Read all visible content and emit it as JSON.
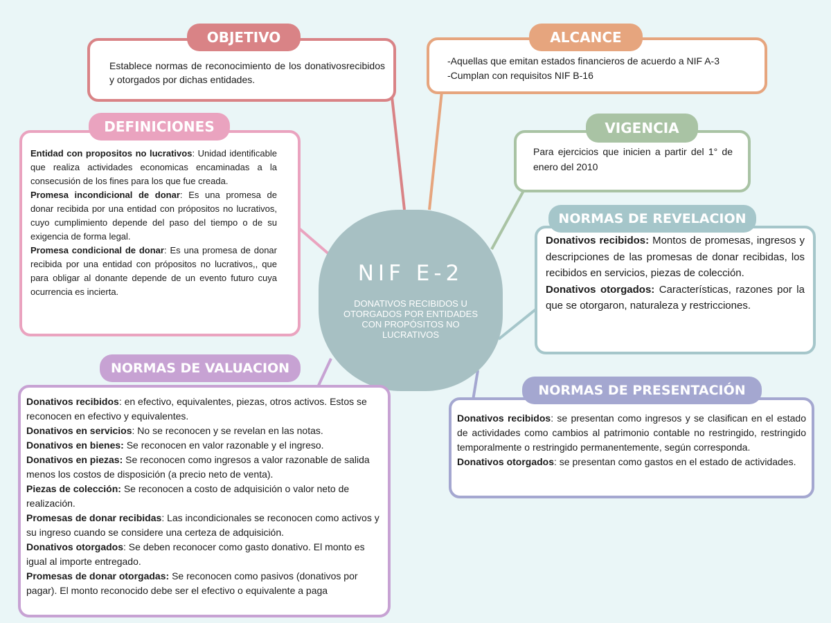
{
  "center": {
    "title": "NIF E-2",
    "subtitle": "DONATIVOS RECIBIDOS U OTORGADOS POR ENTIDADES CON PROPÓSITOS NO LUCRATIVOS"
  },
  "colors": {
    "objetivo": "#d98386",
    "alcance": "#e6a57e",
    "definiciones": "#eaa3bf",
    "vigencia": "#a9c3a4",
    "revelacion": "#a5c6ca",
    "valuacion": "#c7a2d3",
    "presentacion": "#a4a7d0",
    "center": "#a7c0c3",
    "background": "#eaf6f7"
  },
  "objetivo": {
    "title": "OBJETIVO",
    "text": "Establece normas de reconocimiento de los donativosrecibidos y otorgados por dichas entidades."
  },
  "alcance": {
    "title": "ALCANCE",
    "lines": [
      "-Aquellas que emitan estados financieros de acuerdo a NIF A-3",
      "-Cumplan con requisitos NIF B-16"
    ]
  },
  "definiciones": {
    "title": "DEFINICIONES",
    "items": [
      {
        "term": "Entidad con propositos no lucrativos",
        "sep": ": ",
        "text": "Unidad identificable que realiza actividades economicas encaminadas a la consecusión de los fines para los que fue creada."
      },
      {
        "term": "Promesa incondicional de donar",
        "sep": ": ",
        "text": "Es una promesa de donar recibida por una entidad con própositos no lucrativos, cuyo cumplimiento depende del paso del tiempo o de su exigencia de forma legal."
      },
      {
        "term": "Promesa condicional de donar",
        "sep": ": ",
        "text": "Es una promesa de donar recibida por una entidad con própositos no lucrativos,, que para obligar al donante depende de un evento futuro cuya ocurrencia es incierta."
      }
    ]
  },
  "vigencia": {
    "title": "VIGENCIA",
    "text": "Para ejercicios que inicien a partir del 1° de enero del 2010"
  },
  "revelacion": {
    "title": "NORMAS DE REVELACION",
    "items": [
      {
        "term": "Donativos recibidos:",
        "sep": " ",
        "text": "Montos de promesas, ingresos y descripciones de las promesas de donar recibidas, los recibidos en servicios, piezas de colección."
      },
      {
        "term": "Donativos otorgados:",
        "sep": " ",
        "text": "Características, razones por la que se otorgaron, naturaleza y restricciones."
      }
    ]
  },
  "valuacion": {
    "title": "NORMAS DE VALUACION",
    "items": [
      {
        "term": "Donativos recibidos",
        "sep": ": ",
        "text": "en efectivo, equivalentes, piezas, otros activos. Estos se reconocen en efectivo y equivalentes."
      },
      {
        "term": "Donativos en servicios",
        "sep": ": ",
        "text": "No se reconocen y se revelan en las notas."
      },
      {
        "term": "Donativos en bienes:",
        "sep": " ",
        "text": "Se reconocen en valor razonable y el ingreso."
      },
      {
        "term": "Donativos en piezas:",
        "sep": " ",
        "text": "Se reconocen como ingresos a valor razonable de salida menos los costos de disposición (a precio neto de venta)."
      },
      {
        "term": "Piezas de colección:",
        "sep": " ",
        "text": "Se reconocen a costo de adquisición o valor neto de realización."
      },
      {
        "term": "Promesas de donar recibidas",
        "sep": ": ",
        "text": "Las incondicionales se reconocen como activos y su ingreso cuando se considere una certeza de adquisición."
      },
      {
        "term": "Donativos otorgados",
        "sep": ": ",
        "text": "Se deben reconocer como gasto donativo. El monto es igual al importe entregado."
      },
      {
        "term": "Promesas de donar otorgadas:",
        "sep": " ",
        "text": "Se reconocen como pasivos (donativos por pagar). El monto reconocido debe ser el efectivo o equivalente a paga"
      }
    ]
  },
  "presentacion": {
    "title": "NORMAS DE PRESENTACIÓN",
    "items": [
      {
        "term": "Donativos recibidos",
        "sep": ": ",
        "text": "se presentan como ingresos y se clasifican en el estado de actividades como cambios al patrimonio contable no restringido, restringido temporalmente o restringido permanentemente, según corresponda."
      },
      {
        "term": "Donativos otorgados",
        "sep": ": ",
        "text": "se presentan como gastos en el estado de actividades."
      }
    ]
  }
}
